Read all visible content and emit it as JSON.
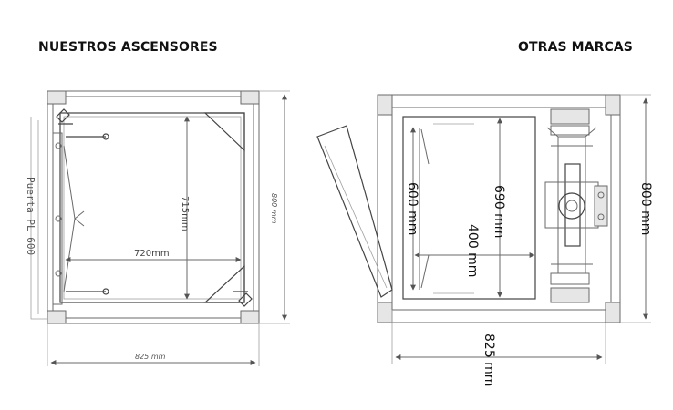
{
  "headings": {
    "left": "NUESTROS ASCENSORES",
    "right": "OTRAS MARCAS"
  },
  "left_drawing": {
    "door_label": "Puerta PL 600",
    "dim_depth_inner": "715mm",
    "dim_width_inner": "720mm",
    "dim_depth_outer": "800 mm",
    "dim_width_outer": "825 mm"
  },
  "right_drawing": {
    "dim_door": "600 mm",
    "dim_cabin_depth": "690 mm",
    "dim_cabin_width": "400 mm",
    "dim_depth_outer": "800 mm",
    "dim_width_outer": "825 mm"
  }
}
